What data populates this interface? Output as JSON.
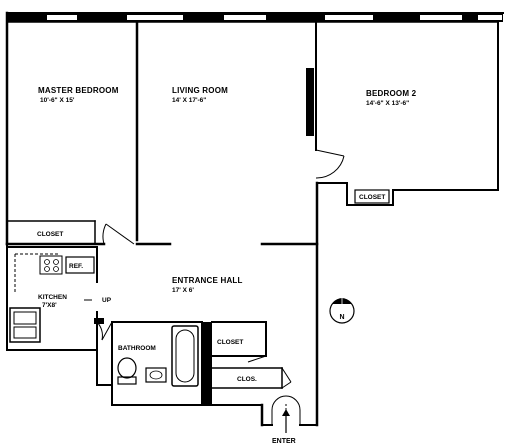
{
  "plan": {
    "rooms": {
      "master_bedroom": {
        "name": "MASTER BEDROOM",
        "dims": "10'-6\" x 15'"
      },
      "living_room": {
        "name": "LIVING ROOM",
        "dims": "14' x 17'-6\""
      },
      "bedroom_2": {
        "name": "BEDROOM 2",
        "dims": "14'-6\" x 13'-6\""
      },
      "entrance_hall": {
        "name": "ENTRANCE HALL",
        "dims": "17' x 6'"
      },
      "kitchen": {
        "name": "KITCHEN",
        "dims": "7'x8'"
      },
      "bathroom": {
        "name": "BATHROOM"
      }
    },
    "closets": {
      "master": "CLOSET",
      "bedroom_2": "CLOSET",
      "hall": "CLOSET",
      "small": "CLOS."
    },
    "fixtures": {
      "refrigerator": "REF.",
      "up": "UP"
    },
    "entry_label": "ENTER",
    "north_label": "N"
  }
}
